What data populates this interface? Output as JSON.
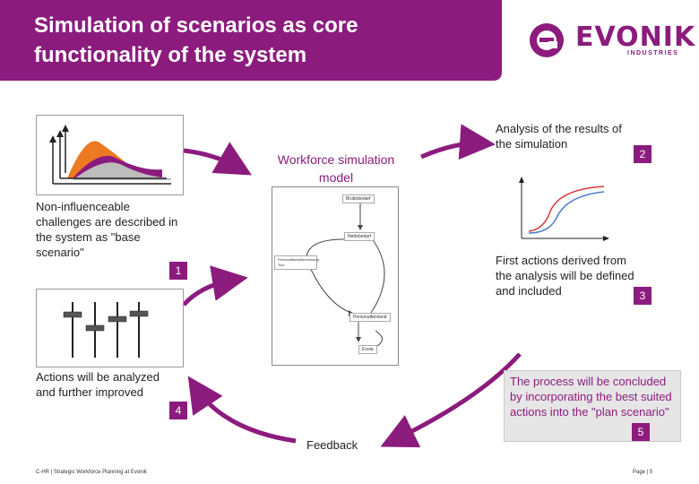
{
  "header": {
    "title": "Simulation of scenarios as core functionality of the system",
    "brand_color": "#8c1b7e"
  },
  "logo": {
    "name": "EVONIK",
    "sub": "INDUSTRIES"
  },
  "center": {
    "title": "Workforce simulation model",
    "nodes": [
      "Bruttobedarf",
      "Nettobedarf",
      "Personalbestand",
      "Exoia"
    ],
    "side_label": "Personalbedarfsrechnung Tool"
  },
  "steps": {
    "s1": {
      "text": "Non-influenceable challenges are described in the system as \"base scenario\"",
      "num": "1"
    },
    "s2": {
      "text": "Analysis of the results of the simulation",
      "num": "2"
    },
    "s3": {
      "text": "First actions derived from the analysis will be defined and included",
      "num": "3"
    },
    "s4": {
      "text": "Actions will be analyzed and further improved",
      "num": "4"
    },
    "s5": {
      "text": "The process will be concluded by incorporating the best suited actions into the \"plan scenario\"",
      "num": "5"
    }
  },
  "feedback": "Feedback",
  "footer": {
    "left": "C-HR | Strategic Workforce Planning at Evonik",
    "right": "Page | 5"
  }
}
